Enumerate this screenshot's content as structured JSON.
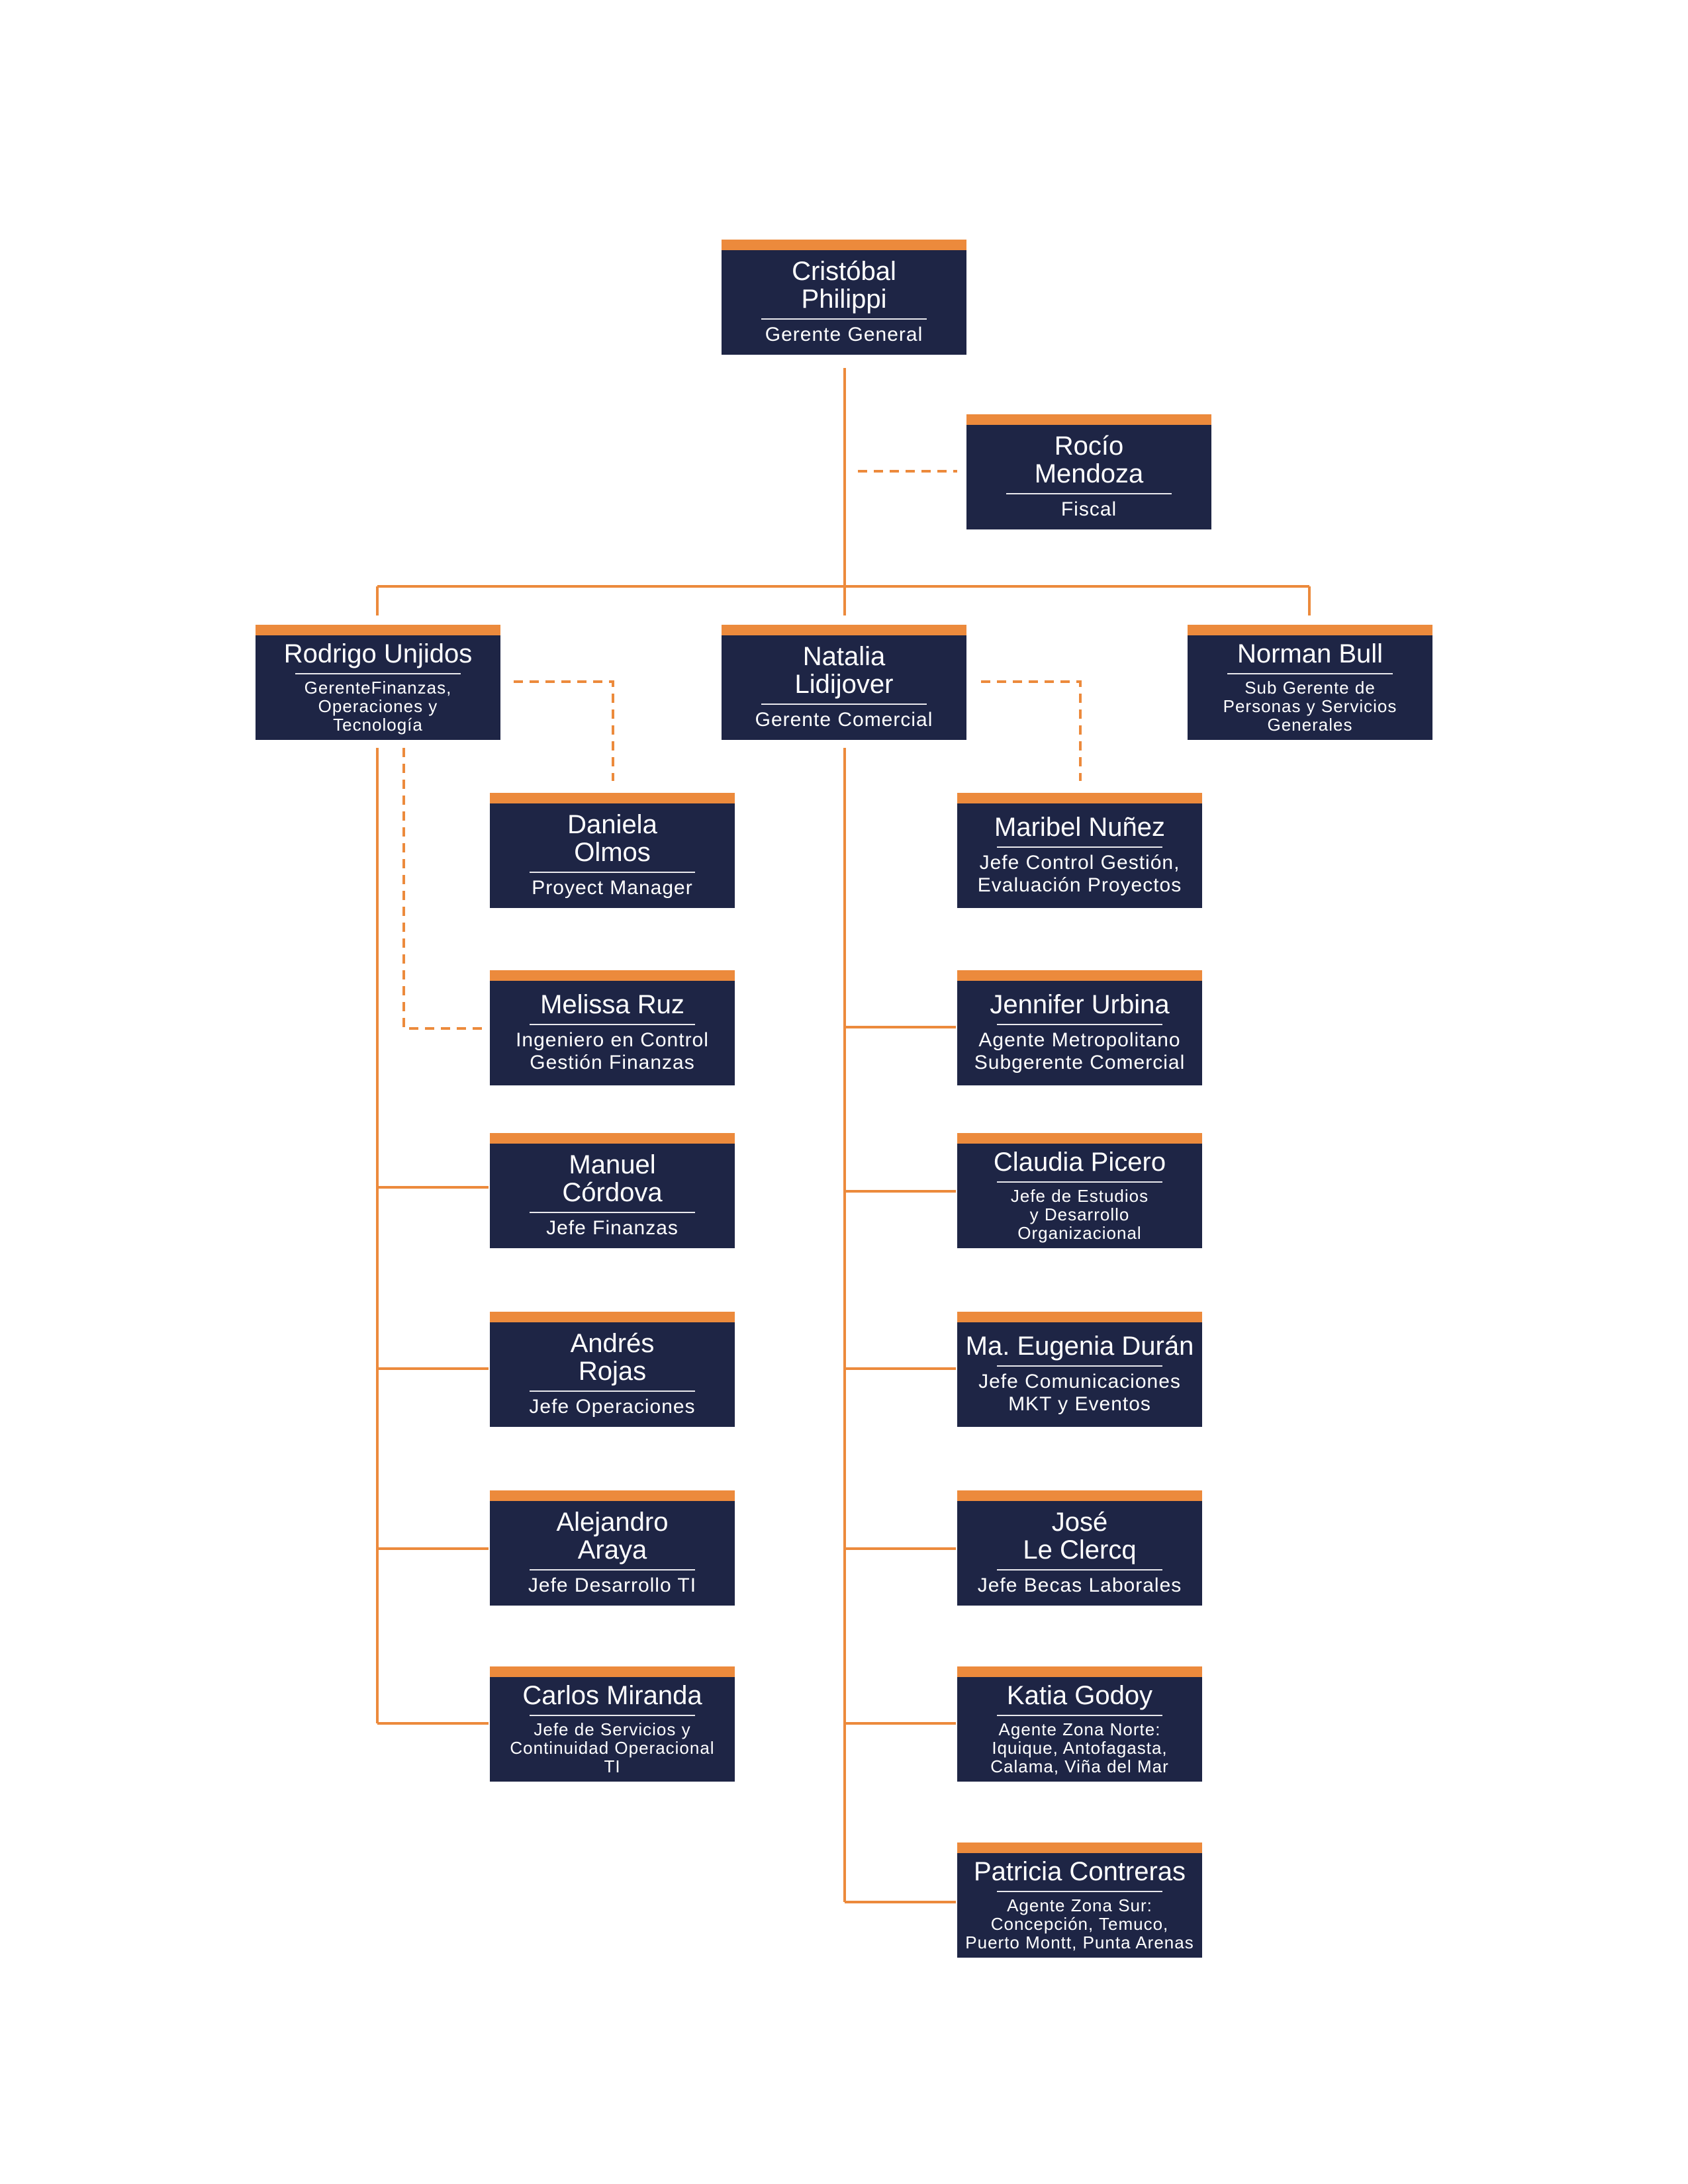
{
  "colors": {
    "box_fill": "#1e2545",
    "accent": "#ec8a3c",
    "text": "#ffffff",
    "connector": "#ec8a3c"
  },
  "people": {
    "cristobal": {
      "name": "Cristóbal\nPhilippi",
      "role": "Gerente General"
    },
    "rocio": {
      "name": "Rocío\nMendoza",
      "role": "Fiscal"
    },
    "rodrigo": {
      "name": "Rodrigo Unjidos",
      "role": "GerenteFinanzas,\nOperaciones y\nTecnología"
    },
    "natalia": {
      "name": "Natalia\nLidijover",
      "role": "Gerente Comercial"
    },
    "norman": {
      "name": "Norman Bull",
      "role": "Sub Gerente de\nPersonas y Servicios\nGenerales"
    },
    "daniela": {
      "name": "Daniela\nOlmos",
      "role": "Proyect Manager"
    },
    "melissa": {
      "name": "Melissa Ruz",
      "role": "Ingeniero en Control\nGestión Finanzas"
    },
    "manuel": {
      "name": "Manuel\nCórdova",
      "role": "Jefe Finanzas"
    },
    "andres": {
      "name": "Andrés\nRojas",
      "role": "Jefe Operaciones"
    },
    "alejandro": {
      "name": "Alejandro\nAraya",
      "role": "Jefe Desarrollo TI"
    },
    "carlos": {
      "name": "Carlos Miranda",
      "role": "Jefe de Servicios y\nContinuidad Operacional\nTI"
    },
    "maribel": {
      "name": "Maribel Nuñez",
      "role": "Jefe Control Gestión,\nEvaluación Proyectos"
    },
    "jennifer": {
      "name": "Jennifer Urbina",
      "role": "Agente Metropolitano\nSubgerente Comercial"
    },
    "claudia": {
      "name": "Claudia Picero",
      "role": "Jefe de Estudios\ny Desarrollo\nOrganizacional"
    },
    "eugenia": {
      "name": "Ma. Eugenia Durán",
      "role": "Jefe Comunicaciones\nMKT y Eventos"
    },
    "jose": {
      "name": "José\nLe Clercq",
      "role": "Jefe Becas Laborales"
    },
    "katia": {
      "name": "Katia Godoy",
      "role": "Agente Zona Norte:\nIquique, Antofagasta,\nCalama, Viña del Mar"
    },
    "patricia": {
      "name": "Patricia Contreras",
      "role": "Agente Zona Sur:\nConcepción, Temuco,\nPuerto Montt, Punta Arenas"
    }
  }
}
